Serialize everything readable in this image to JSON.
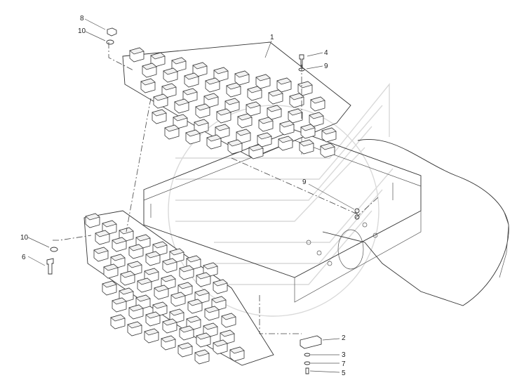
{
  "callouts": [
    {
      "id": "c1",
      "label": "1"
    },
    {
      "id": "c2",
      "label": "2"
    },
    {
      "id": "c3",
      "label": "3"
    },
    {
      "id": "c4",
      "label": "4"
    },
    {
      "id": "c5",
      "label": "5"
    },
    {
      "id": "c6",
      "label": "6"
    },
    {
      "id": "c7",
      "label": "7"
    },
    {
      "id": "c8",
      "label": "8"
    },
    {
      "id": "c9a",
      "label": "9"
    },
    {
      "id": "c9b",
      "label": "9"
    },
    {
      "id": "c10a",
      "label": "10"
    },
    {
      "id": "c10b",
      "label": "10"
    }
  ],
  "colors": {
    "line": "#333333",
    "watermark": "#d9d9d9",
    "background": "#ffffff"
  }
}
